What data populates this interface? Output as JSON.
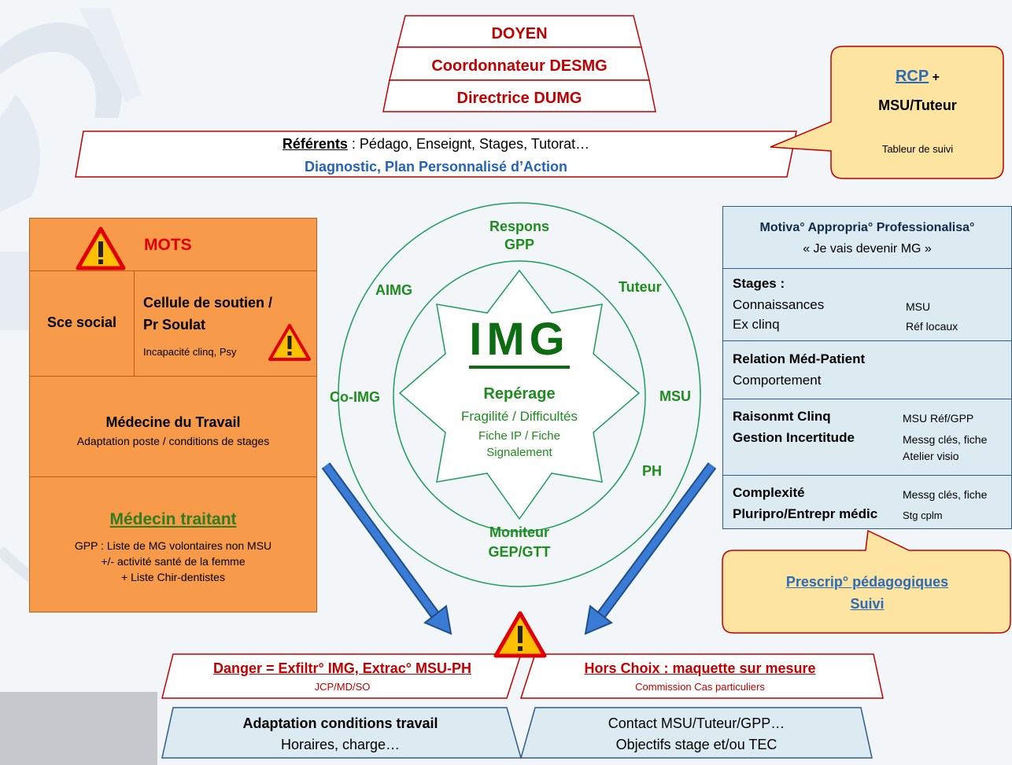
{
  "hierarchy": {
    "doyen": "DOYEN",
    "coord": "Coordonnateur DESMG",
    "directrice": "Directrice DUMG"
  },
  "referents": {
    "label": "Référents",
    "rest": " : Pédago, Enseignt, Stages, Tutorat…",
    "line2": "Diagnostic, Plan Personnalisé d’Action"
  },
  "rcp": {
    "link": "RCP",
    "plus": " +",
    "line2": "MSU/Tuteur",
    "line3": "Tableur de suivi"
  },
  "left": {
    "mots": "MOTS",
    "sce_social": "Sce social",
    "cellule1": "Cellule de soutien /",
    "cellule2": "Pr Soulat",
    "cellule3": "Incapacité clinq, Psy",
    "travail_title": "Médecine du Travail",
    "travail_sub": "Adaptation poste / conditions de stages",
    "traitant_title": "Médecin traitant",
    "traitant_l1": "GPP : Liste de MG volontaires non MSU",
    "traitant_l2": "+/- activité santé de la femme",
    "traitant_l3": "+ Liste Chir-dentistes"
  },
  "circle": {
    "respons": "Respons",
    "gpp": "GPP",
    "aimg": "AIMG",
    "tuteur": "Tuteur",
    "coimg": "Co-IMG",
    "msu": "MSU",
    "ph": "PH",
    "moniteur": "Moniteur",
    "gep": "GEP/GTT",
    "img": "IMG",
    "reperage": "Repérage",
    "fragilite": "Fragilité / Difficultés",
    "fiche1": "Fiche IP / Fiche",
    "fiche2": "Signalement"
  },
  "right": {
    "head1": "Motiva° Appropria° Professionalisa°",
    "head2": "« Je vais devenir MG »",
    "stages": "Stages :",
    "conn": "Connaissances",
    "conn_r": "MSU",
    "exclinq": "Ex clinq",
    "exclinq_r": "Réf locaux",
    "relation": "Relation Méd-Patient",
    "comport": "Comportement",
    "raison": "Raisonmt Clinq",
    "raison_r": "MSU Réf/GPP",
    "gestion": "Gestion Incertitude",
    "gestion_r": "Messg clés, fiche",
    "atelier": "Atelier visio",
    "complex": "Complexité",
    "complex_r": "Messg clés, fiche",
    "pluri": "Pluripro/Entrepr médic",
    "pluri_r": "Stg cplm"
  },
  "prescrip": {
    "l1": "Prescrip° pédagogiques",
    "l2": "Suivi"
  },
  "bottom": {
    "danger": "Danger = Exfiltr° IMG, Extrac° MSU-PH",
    "danger_sub": "JCP/MD/SO",
    "hors": "Hors Choix : maquette sur mesure",
    "hors_sub": "Commission Cas particuliers",
    "adapt1": "Adaptation conditions travail",
    "adapt2": "Horaires, charge…",
    "contact1": "Contact MSU/Tuteur/GPP…",
    "contact2": "Objectifs stage et/ou TEC"
  },
  "colors": {
    "accent_red": "#c00000",
    "green": "#1e8c1e",
    "orange": "#f79a4a",
    "light_blue": "#dcebf1",
    "callout": "#fde4a0"
  }
}
